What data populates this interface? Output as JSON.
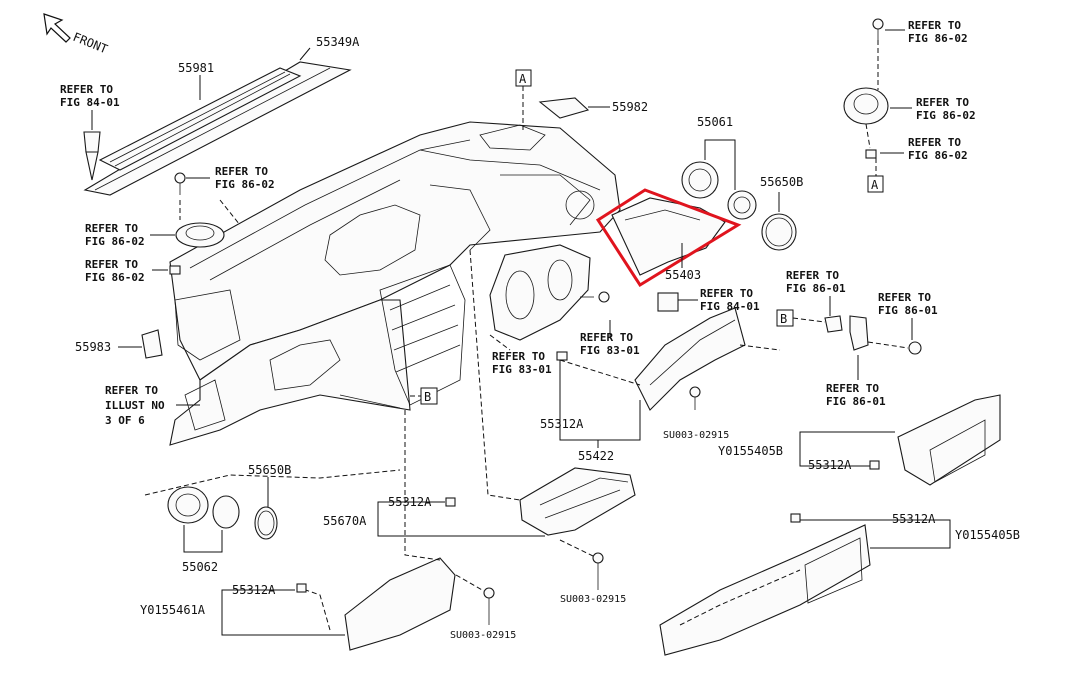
{
  "diagram": {
    "front_label": "FRONT",
    "highlight_color": "#e0141e",
    "highlighted_part": "55403",
    "part_numbers": {
      "p55349A": "55349A",
      "p55981": "55981",
      "p55982": "55982",
      "p55061": "55061",
      "p55650B_top": "55650B",
      "p55403": "55403",
      "p55983": "55983",
      "p55312A_mid": "55312A",
      "p55422": "55422",
      "p55650B_bot": "55650B",
      "p55062": "55062",
      "p55312A_a": "55312A",
      "p55670A": "55670A",
      "p55312A_b": "55312A",
      "pY0155461A": "Y0155461A",
      "p55405B_top": "Y0155405B",
      "p55312A_right": "55312A",
      "p55312A_right2": "55312A",
      "p55405B_bot": "Y0155405B",
      "su_1": "SU003-02915",
      "su_2": "SU003-02915",
      "su_3": "SU003-02915"
    },
    "refers": {
      "r1": {
        "line1": "REFER TO",
        "line2": "FIG 84-01"
      },
      "r2": {
        "line1": "REFER TO",
        "line2": "FIG 86-02"
      },
      "r3": {
        "line1": "REFER TO",
        "line2": "FIG 86-02"
      },
      "r4": {
        "line1": "REFER TO",
        "line2": "FIG 86-02"
      },
      "r5": {
        "line1": "REFER TO",
        "line2": "FIG 86-02"
      },
      "r6": {
        "line1": "REFER TO",
        "line2": "FIG 86-02"
      },
      "r7": {
        "line1": "REFER TO",
        "line2": "FIG 86-02"
      },
      "r8": {
        "line1": "REFER TO",
        "line2": "FIG 84-01"
      },
      "r9": {
        "line1": "REFER TO",
        "line2": "FIG 83-01"
      },
      "r10": {
        "line1": "REFER TO",
        "line2": "FIG 83-01"
      },
      "r11": {
        "line1": "REFER TO",
        "line2": "FIG 86-01"
      },
      "r12": {
        "line1": "REFER TO",
        "line2": "FIG 86-01"
      },
      "r13": {
        "line1": "REFER TO",
        "line2": "FIG 86-01"
      },
      "r14": {
        "line1": "REFER TO",
        "line2": "ILLUST NO",
        "line3": "3 OF 6"
      }
    },
    "callouts": {
      "a_top": "A",
      "a_right": "A",
      "b_left": "B",
      "b_right": "B"
    }
  }
}
